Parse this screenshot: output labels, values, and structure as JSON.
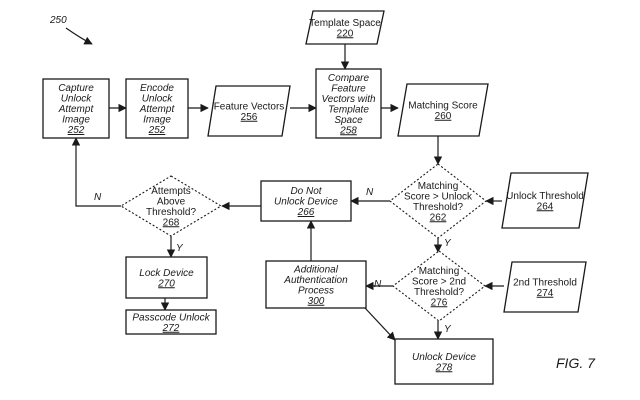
{
  "figure": {
    "ref_number": "250",
    "caption": "FIG. 7"
  },
  "nodes": [
    {
      "id": "capture",
      "shape": "rect",
      "italic": true,
      "lines": [
        "Capture",
        "Unlock",
        "Attempt",
        "Image"
      ],
      "ref": "252"
    },
    {
      "id": "encode",
      "shape": "rect",
      "italic": true,
      "lines": [
        "Encode",
        "Unlock",
        "Attempt",
        "Image"
      ],
      "ref": "252"
    },
    {
      "id": "features",
      "shape": "para",
      "italic": false,
      "lines": [
        "Feature Vectors"
      ],
      "ref": "256"
    },
    {
      "id": "template",
      "shape": "para",
      "italic": false,
      "lines": [
        "Template Space"
      ],
      "ref": "220"
    },
    {
      "id": "compare",
      "shape": "rect",
      "italic": true,
      "lines": [
        "Compare",
        "Feature",
        "Vectors with",
        "Template",
        "Space"
      ],
      "ref": "258"
    },
    {
      "id": "matching",
      "shape": "para",
      "italic": false,
      "lines": [
        "Matching Score"
      ],
      "ref": "260"
    },
    {
      "id": "decision1",
      "shape": "diamond",
      "italic": false,
      "lines": [
        "Matching",
        "Score > Unlock",
        "Threshold?"
      ],
      "ref": "262"
    },
    {
      "id": "unlockthr",
      "shape": "para",
      "italic": false,
      "lines": [
        "Unlock Threshold"
      ],
      "ref": "264"
    },
    {
      "id": "donot",
      "shape": "rect",
      "italic": true,
      "lines": [
        "Do Not",
        "Unlock Device"
      ],
      "ref": "266"
    },
    {
      "id": "attempts",
      "shape": "diamond",
      "italic": false,
      "lines": [
        "Attempts",
        "Above",
        "Threshold?"
      ],
      "ref": "268"
    },
    {
      "id": "lock",
      "shape": "rect",
      "italic": true,
      "lines": [
        "Lock Device"
      ],
      "ref": "270"
    },
    {
      "id": "passcode",
      "shape": "rect",
      "italic": true,
      "lines": [
        "Passcode Unlock"
      ],
      "ref": "272"
    },
    {
      "id": "additional",
      "shape": "rect",
      "italic": true,
      "lines": [
        "Additional",
        "Authentication",
        "Process"
      ],
      "ref": "300"
    },
    {
      "id": "decision2",
      "shape": "diamond",
      "italic": false,
      "lines": [
        "Matching",
        "Score > 2nd",
        "Threshold?"
      ],
      "ref": "276"
    },
    {
      "id": "secondthr",
      "shape": "para",
      "italic": false,
      "lines": [
        "2nd Threshold"
      ],
      "ref": "274"
    },
    {
      "id": "unlock",
      "shape": "rect",
      "italic": true,
      "lines": [
        "Unlock Device"
      ],
      "ref": "278"
    }
  ],
  "edge_labels": {
    "d1_no": "N",
    "d1_yes": "Y",
    "attempts_no": "N",
    "attempts_yes": "Y",
    "d2_no": "N",
    "d2_yes": "Y"
  }
}
